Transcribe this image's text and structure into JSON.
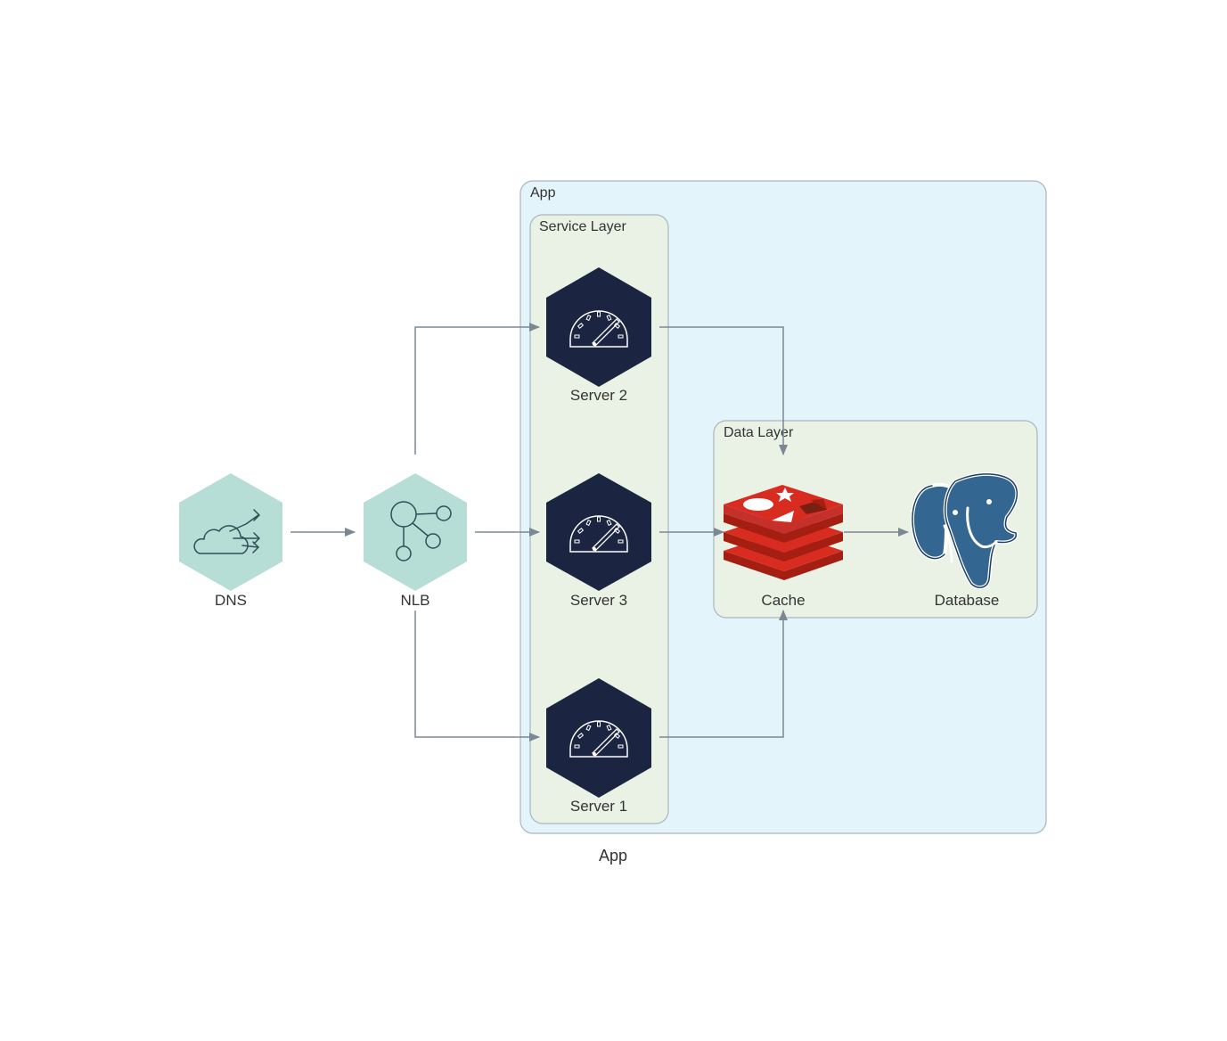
{
  "clusters": {
    "app": {
      "label": "App"
    },
    "service_layer": {
      "label": "Service Layer"
    },
    "data_layer": {
      "label": "Data Layer"
    }
  },
  "nodes": {
    "dns": {
      "label": "DNS",
      "icon": "cloud-dns-icon"
    },
    "nlb": {
      "label": "NLB",
      "icon": "network-load-balancer-icon"
    },
    "server2": {
      "label": "Server 2",
      "icon": "speedometer-icon"
    },
    "server3": {
      "label": "Server 3",
      "icon": "speedometer-icon"
    },
    "server1": {
      "label": "Server 1",
      "icon": "speedometer-icon"
    },
    "cache": {
      "label": "Cache",
      "icon": "redis-icon"
    },
    "database": {
      "label": "Database",
      "icon": "postgresql-elephant-icon"
    }
  },
  "edges": [
    {
      "from": "DNS",
      "to": "NLB"
    },
    {
      "from": "NLB",
      "to": "Server 2"
    },
    {
      "from": "NLB",
      "to": "Server 3"
    },
    {
      "from": "NLB",
      "to": "Server 1"
    },
    {
      "from": "Server 2",
      "to": "Cache"
    },
    {
      "from": "Server 3",
      "to": "Cache"
    },
    {
      "from": "Server 1",
      "to": "Cache"
    },
    {
      "from": "Cache",
      "to": "Database"
    }
  ],
  "footer": {
    "label": "App"
  },
  "colors": {
    "app_fill": "#e3f4fb",
    "layer_fill": "#eaf2e6",
    "cluster_stroke": "#a9b6bf",
    "edge": "#7b8894",
    "teal_hex": "#b7ded6",
    "navy_hex": "#1b2440",
    "redis_red": "#d82c20",
    "postgres_blue": "#336791"
  }
}
